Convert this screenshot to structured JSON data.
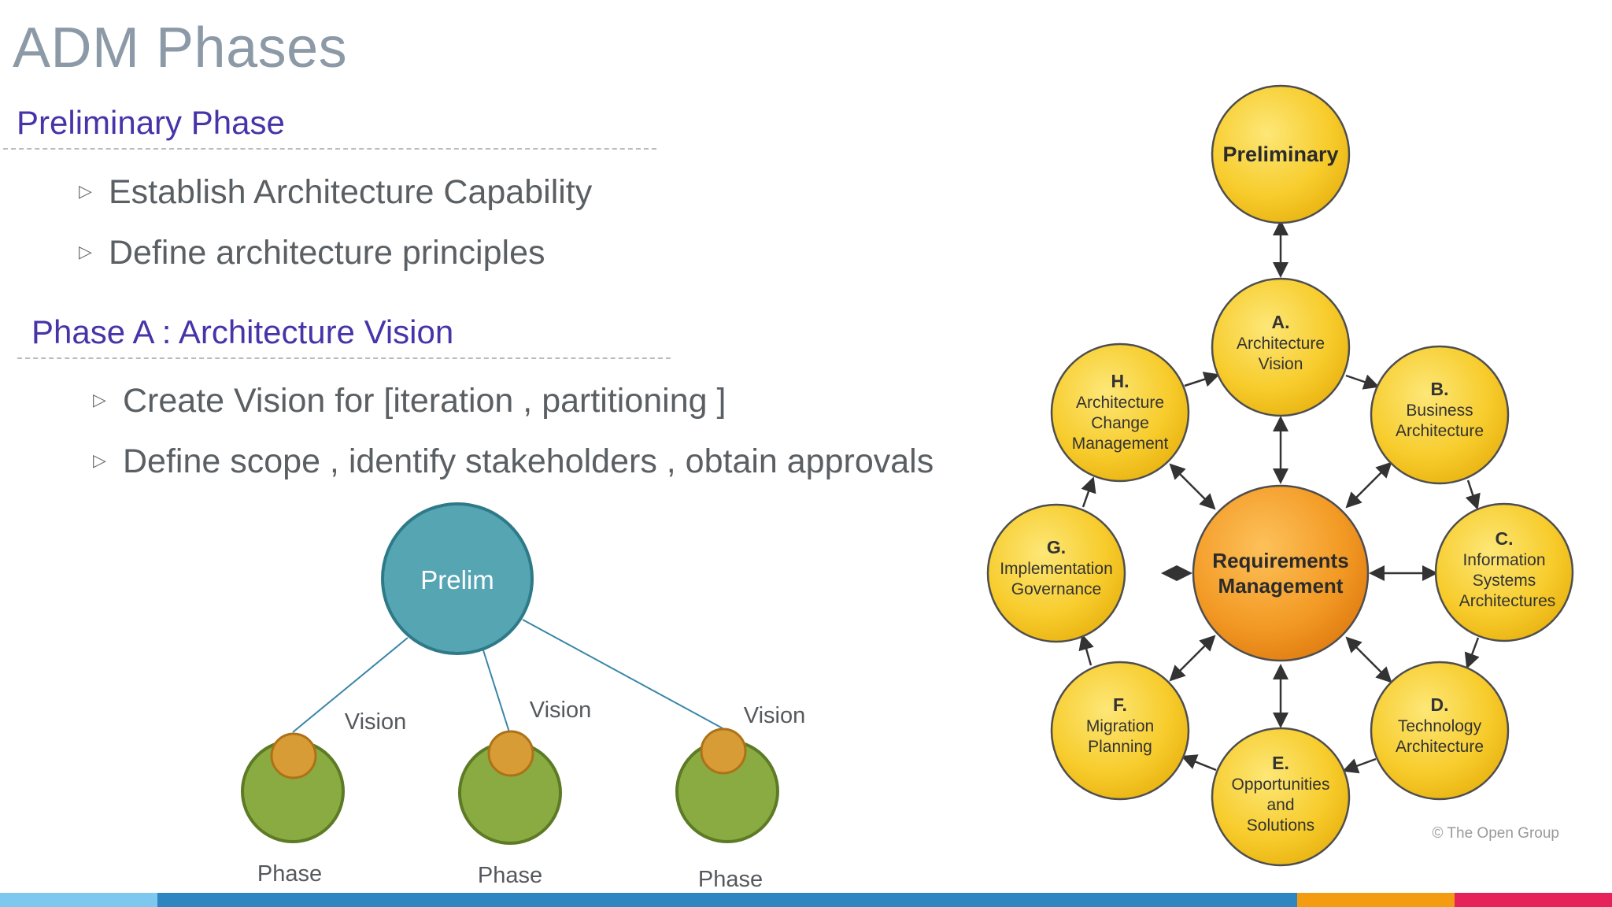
{
  "slide": {
    "title": "ADM Phases"
  },
  "sections": [
    {
      "heading": "Preliminary Phase",
      "bullets": [
        "Establish Architecture Capability",
        "Define architecture principles"
      ]
    },
    {
      "heading": "Phase A : Architecture Vision",
      "bullets": [
        "Create Vision for [iteration , partitioning ]",
        "Define scope , identify stakeholders , obtain approvals"
      ]
    }
  ],
  "tree": {
    "root": "Prelim",
    "edge_labels": [
      "Vision",
      "Vision",
      "Vision"
    ],
    "leaf_labels": [
      "Phase",
      "Phase",
      "Phase"
    ],
    "colors": {
      "root": "#56a5b3",
      "leaf": "#8aab42",
      "knob": "#d89c36"
    }
  },
  "adm": {
    "preliminary": [
      "Preliminary"
    ],
    "center": [
      "Requirements",
      "Management"
    ],
    "phases": {
      "a": [
        "A.",
        "Architecture",
        "Vision"
      ],
      "b": [
        "B.",
        "Business",
        "Architecture"
      ],
      "c": [
        "C.",
        "Information",
        "Systems",
        "Architectures"
      ],
      "d": [
        "D.",
        "Technology",
        "Architecture"
      ],
      "e": [
        "E.",
        "Opportunities",
        "and",
        "Solutions"
      ],
      "f": [
        "F.",
        "Migration",
        "Planning"
      ],
      "g": [
        "G.",
        "Implementation",
        "Governance"
      ],
      "h": [
        "H.",
        "Architecture",
        "Change",
        "Management"
      ]
    },
    "copyright": "© The Open Group",
    "colors": {
      "phase": "#f7cc2c",
      "center": "#f39a25"
    }
  },
  "footer": {
    "stripe_colors": [
      "#7ec8ef",
      "#2e86c1",
      "#f39c12",
      "#e6225a"
    ]
  }
}
